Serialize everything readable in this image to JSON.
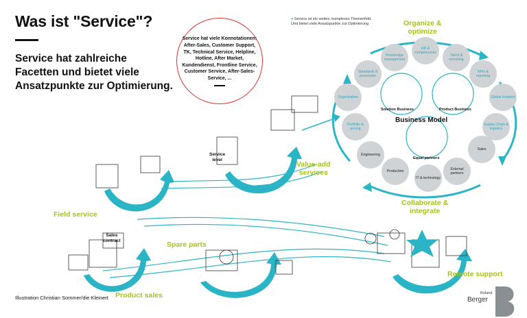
{
  "header": {
    "title": "Was ist \"Service\"?",
    "subtitle": "Service hat zahlreiche Facetten und bietet viele Ansatzpunkte zur Optimierung."
  },
  "bubble": {
    "text": "Service hat viele Konnotationen: After-Sales, Customer Support, TK, Technical Service, Helpline, Hotline, After Market, Kundendienst, Frontline Service, Customer Service, After-Sales-Service, ..."
  },
  "note": {
    "text": "Service ist ein weites, komplexes Themenfeld. Und bietet viele Ansatzpunkte zur Optimierung"
  },
  "journey": {
    "product_sales": "Product sales",
    "spare_parts": "Spare parts",
    "field_service": "Field service",
    "value_add_line1": "Value-add",
    "value_add_line2": "services",
    "remote_support": "Remote support",
    "service_level_line1": "Service",
    "service_level_line2": "level",
    "sales_contract_line1": "Sales",
    "sales_contract_line2": "contract"
  },
  "cycle": {
    "organize_line1": "Organize &",
    "organize_line2": "optimize",
    "collaborate_line1": "Collaborate &",
    "collaborate_line2": "integrate",
    "business_model": "Business Model",
    "solution_business": "Solution Business",
    "product_business": "Product Business",
    "equal_partners": "Equal partners"
  },
  "nodes": {
    "hr": "HR & competencies",
    "knowledge": "Knowledge management",
    "talent": "Talent & recruiting",
    "standards": "Standards & processes",
    "kpis": "KPIs & reporting",
    "organization": "Organization",
    "global": "Global footprint",
    "portfolio": "Portfolio & pricing",
    "supply": "Supply Chain & logistics",
    "engineering": "Engineering",
    "sales": "Sales",
    "production": "Production",
    "it": "IT & technology",
    "external": "External partners"
  },
  "footer": {
    "credit": "Illustration Christian Sommer/die Kleinert",
    "brand_small": "Roland",
    "brand": "Berger"
  },
  "colors": {
    "teal": "#2bb3c6",
    "lime": "#a6c21d",
    "node_gray": "#cfd3d6",
    "red": "#d9342b"
  }
}
